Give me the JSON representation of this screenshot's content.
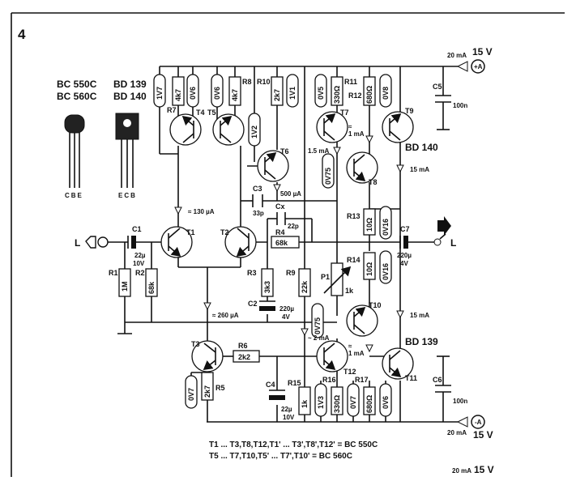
{
  "figure_number": "4",
  "supply": {
    "pos_current": "20 mA",
    "pos_voltage": "15 V",
    "pos_rail": "+A",
    "neg_current": "20 mA",
    "neg_voltage": "15 V",
    "neg_rail": "-A",
    "corner_current": "20 mA",
    "corner_voltage": "15 V"
  },
  "packages": {
    "small_name_1": "BC 550C",
    "small_name_2": "BC 560C",
    "small_pins": "CBE",
    "power_name_1": "BD 139",
    "power_name_2": "BD 140",
    "power_pins": "ECB"
  },
  "input_label": "L",
  "output_label": "L",
  "transistors": [
    "T1",
    "T2",
    "T3",
    "T4",
    "T5",
    "T6",
    "T7",
    "T8",
    "T9",
    "T10",
    "T11",
    "T12"
  ],
  "transistor_types": {
    "t9": "BD 140",
    "t11": "BD 139"
  },
  "resistors": {
    "r1": {
      "name": "R1",
      "value": "1M"
    },
    "r2": {
      "name": "R2",
      "value": "68k"
    },
    "r3": {
      "name": "R3",
      "value": "3k3"
    },
    "r4": {
      "name": "R4",
      "value": "68k"
    },
    "r5": {
      "name": "R5",
      "value": "2k7"
    },
    "r6": {
      "name": "R6",
      "value": "2k2"
    },
    "r7": {
      "name": "R7",
      "value": "4k7"
    },
    "r8": {
      "name": "R8",
      "value": "4k7"
    },
    "r9": {
      "name": "R9",
      "value": "22k"
    },
    "r10": {
      "name": "R10",
      "value": "2k7"
    },
    "r11": {
      "name": "R11",
      "value": "330Ω"
    },
    "r12": {
      "name": "R12",
      "value": "680Ω"
    },
    "r13": {
      "name": "R13",
      "value": "10Ω"
    },
    "r14": {
      "name": "R14",
      "value": "10Ω"
    },
    "r15": {
      "name": "R15",
      "value": "1k"
    },
    "r16": {
      "name": "R16",
      "value": "330Ω"
    },
    "r17": {
      "name": "R17",
      "value": "680Ω"
    },
    "p1": {
      "name": "P1",
      "value": "1k"
    }
  },
  "capacitors": {
    "c1": {
      "name": "C1",
      "value": "22µ",
      "voltage": "10V"
    },
    "c2": {
      "name": "C2",
      "value": "220µ",
      "voltage": "4V"
    },
    "c3": {
      "name": "C3",
      "value": "33p"
    },
    "c4": {
      "name": "C4",
      "value": "22µ",
      "voltage": "10V"
    },
    "c5": {
      "name": "C5",
      "value": "100n"
    },
    "c6": {
      "name": "C6",
      "value": "100n"
    },
    "c7": {
      "name": "C7",
      "value": "220µ",
      "voltage": "4V"
    },
    "cx": {
      "name": "Cx",
      "value": "22p"
    }
  },
  "voltage_markers": {
    "v_1v7": "1V7",
    "v_0v6a": "0V6",
    "v_1v2": "1V2",
    "v_1v1": "1V1",
    "v_0v5": "0V5",
    "v_0v8": "0V8",
    "v_0v75a": "0V75",
    "v_0v16a": "0V16",
    "v_0v16b": "0V16",
    "v_0v75b": "0V75",
    "v_0v7a": "0V7",
    "v_1v3": "1V3",
    "v_0v7b": "0V7",
    "v_0v6b": "0V6"
  },
  "currents": {
    "i_130": "≈ 130 µA",
    "i_500": "500 µA",
    "i_260": "≈ 260 µA",
    "i_1ma_top": "1 mA",
    "i_15ma_top": "1.5 mA",
    "i_15ma_t9": "15 mA",
    "i_15ma_t11": "15 mA",
    "i_2ma": "~ 2 mA",
    "i_1ma_bot": "1 mA",
    "approx": "≈"
  },
  "notes": [
    "T1 ... T3,T8,T12,T1' ... T3',T8',T12' = BC 550C",
    "T5 ... T7,T10,T5' ... T7',T10' = BC 560C"
  ]
}
